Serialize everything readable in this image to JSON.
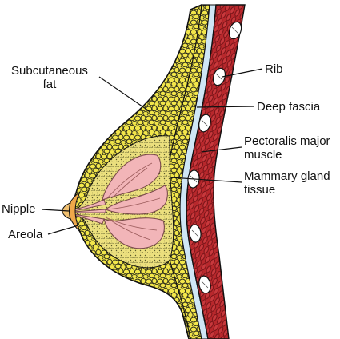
{
  "labels": {
    "subcutaneous_fat": [
      "Subcutaneous",
      "fat"
    ],
    "rib": "Rib",
    "deep_fascia": "Deep fascia",
    "pectoralis_major": [
      "Pectoralis major",
      "muscle"
    ],
    "mammary_gland": [
      "Mammary gland",
      "tissue"
    ],
    "nipple": "Nipple",
    "areola": "Areola"
  },
  "colors": {
    "fat": "#f2e64a",
    "fat_outline": "#2a2a1a",
    "muscle": "#b8282c",
    "muscle_fiber": "#6e1014",
    "fascia": "#cfe6f5",
    "gland": "#f2b5b8",
    "gland_outline": "#7a4a4a",
    "connective": "#e8d87a",
    "rib": "#ffffff",
    "areola": "#f0a84a",
    "line": "#111111"
  }
}
